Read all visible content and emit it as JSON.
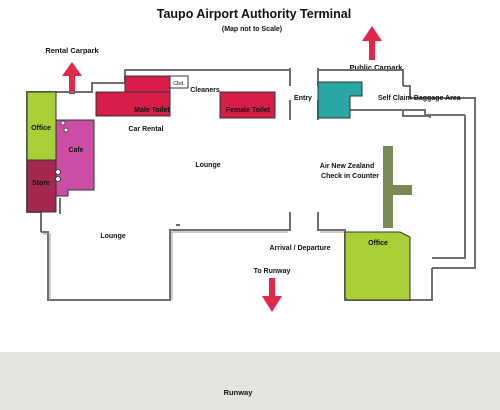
{
  "title": "Taupo Airport Authority Terminal",
  "subtitle": "(Map not to Scale)",
  "colors": {
    "toilet": "#d61e48",
    "office_store": "#a9cf38",
    "store": "#a3284e",
    "cafe": "#cc4ea4",
    "baggage": "#2aa6a6",
    "checkin": "#7a8a55",
    "arrow": "#e1284b",
    "runway": "#e6e4e0",
    "wall": "#6f6f6f"
  },
  "labels": {
    "rental_carpark": "Rental Carpark",
    "public_carpark": "Public Carpark",
    "cleaners": "Cleaners",
    "cbd": "Cbd.",
    "male_toilet": "Male Toilet",
    "female_toilet": "Female Toilet",
    "entry": "Entry",
    "baggage": "Self Claim Baggage Area",
    "office_left": "Office",
    "cafe": "Cafe",
    "store": "Store",
    "car_rental": "Car Rental",
    "lounge_upper": "Lounge",
    "lounge_lower": "Lounge",
    "checkin_line1": "Air New Zealand",
    "checkin_line2": "Check in Counter",
    "office_right": "Office",
    "arrival_departure": "Arrival / Departure",
    "to_runway": "To Runway",
    "runway": "Runway"
  },
  "icons": {
    "rental_carpark_arrow": "up-arrow-icon",
    "public_carpark_arrow": "up-arrow-icon",
    "runway_arrow": "down-arrow-icon"
  }
}
